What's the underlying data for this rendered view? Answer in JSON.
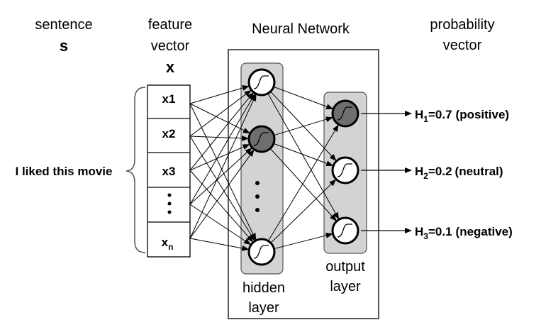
{
  "headers": {
    "sentence": [
      "sentence",
      "s"
    ],
    "feature": [
      "feature",
      "vector",
      "x"
    ],
    "network": "Neural Network",
    "probability": [
      "probability",
      "vector"
    ]
  },
  "sentence_text": "I liked this movie",
  "features": [
    {
      "main": "x1",
      "sub": ""
    },
    {
      "main": "x2",
      "sub": ""
    },
    {
      "main": "x3",
      "sub": ""
    },
    {
      "main": "",
      "sub": ""
    },
    {
      "main": "x",
      "sub": "n"
    }
  ],
  "hidden_label": [
    "hidden",
    "layer"
  ],
  "output_label": [
    "output",
    "layer"
  ],
  "outputs": [
    {
      "h": "H",
      "sub": "1",
      "value": "=0.7",
      "class": "(positive)"
    },
    {
      "h": "H",
      "sub": "2",
      "value": "=0.2",
      "class": "(neutral)"
    },
    {
      "h": "H",
      "sub": "3",
      "value": "=0.1",
      "class": "(negative)"
    }
  ],
  "colors": {
    "layer_fill": "#d3d3d3",
    "active_node": "#6e6e6e",
    "idle_node": "#ffffff"
  },
  "hidden_nodes": [
    {
      "active": false
    },
    {
      "active": true
    },
    {
      "active": false
    }
  ],
  "output_nodes": [
    {
      "active": true
    },
    {
      "active": false
    },
    {
      "active": false
    }
  ]
}
